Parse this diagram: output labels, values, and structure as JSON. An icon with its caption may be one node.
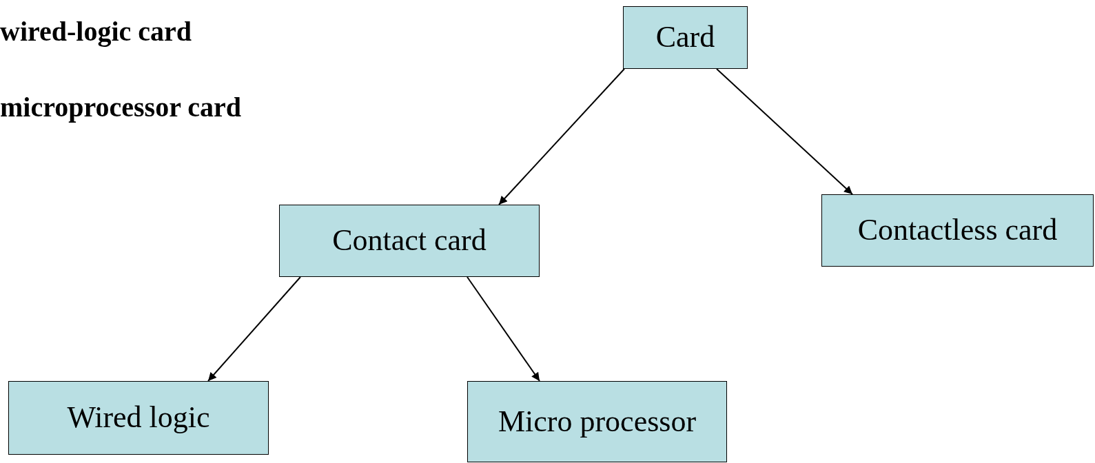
{
  "diagram": {
    "nodes": [
      {
        "text": [
          "Card"
        ]
      },
      {
        "text": [
          "Contact card"
        ]
      },
      {
        "text": [
          "Contactless card"
        ]
      },
      {
        "text": [
          "Wired logic"
        ]
      },
      {
        "text": [
          "Micro processor"
        ]
      }
    ],
    "edges": [
      {
        "from": 0,
        "to": 1,
        "arrow": "to"
      },
      {
        "from": 0,
        "to": 2,
        "arrow": "to"
      },
      {
        "from": 1,
        "to": 3,
        "arrow": "to"
      },
      {
        "from": 1,
        "to": 4,
        "arrow": "to"
      }
    ],
    "labels": [
      "wired-logic card",
      "microprocessor card"
    ]
  }
}
